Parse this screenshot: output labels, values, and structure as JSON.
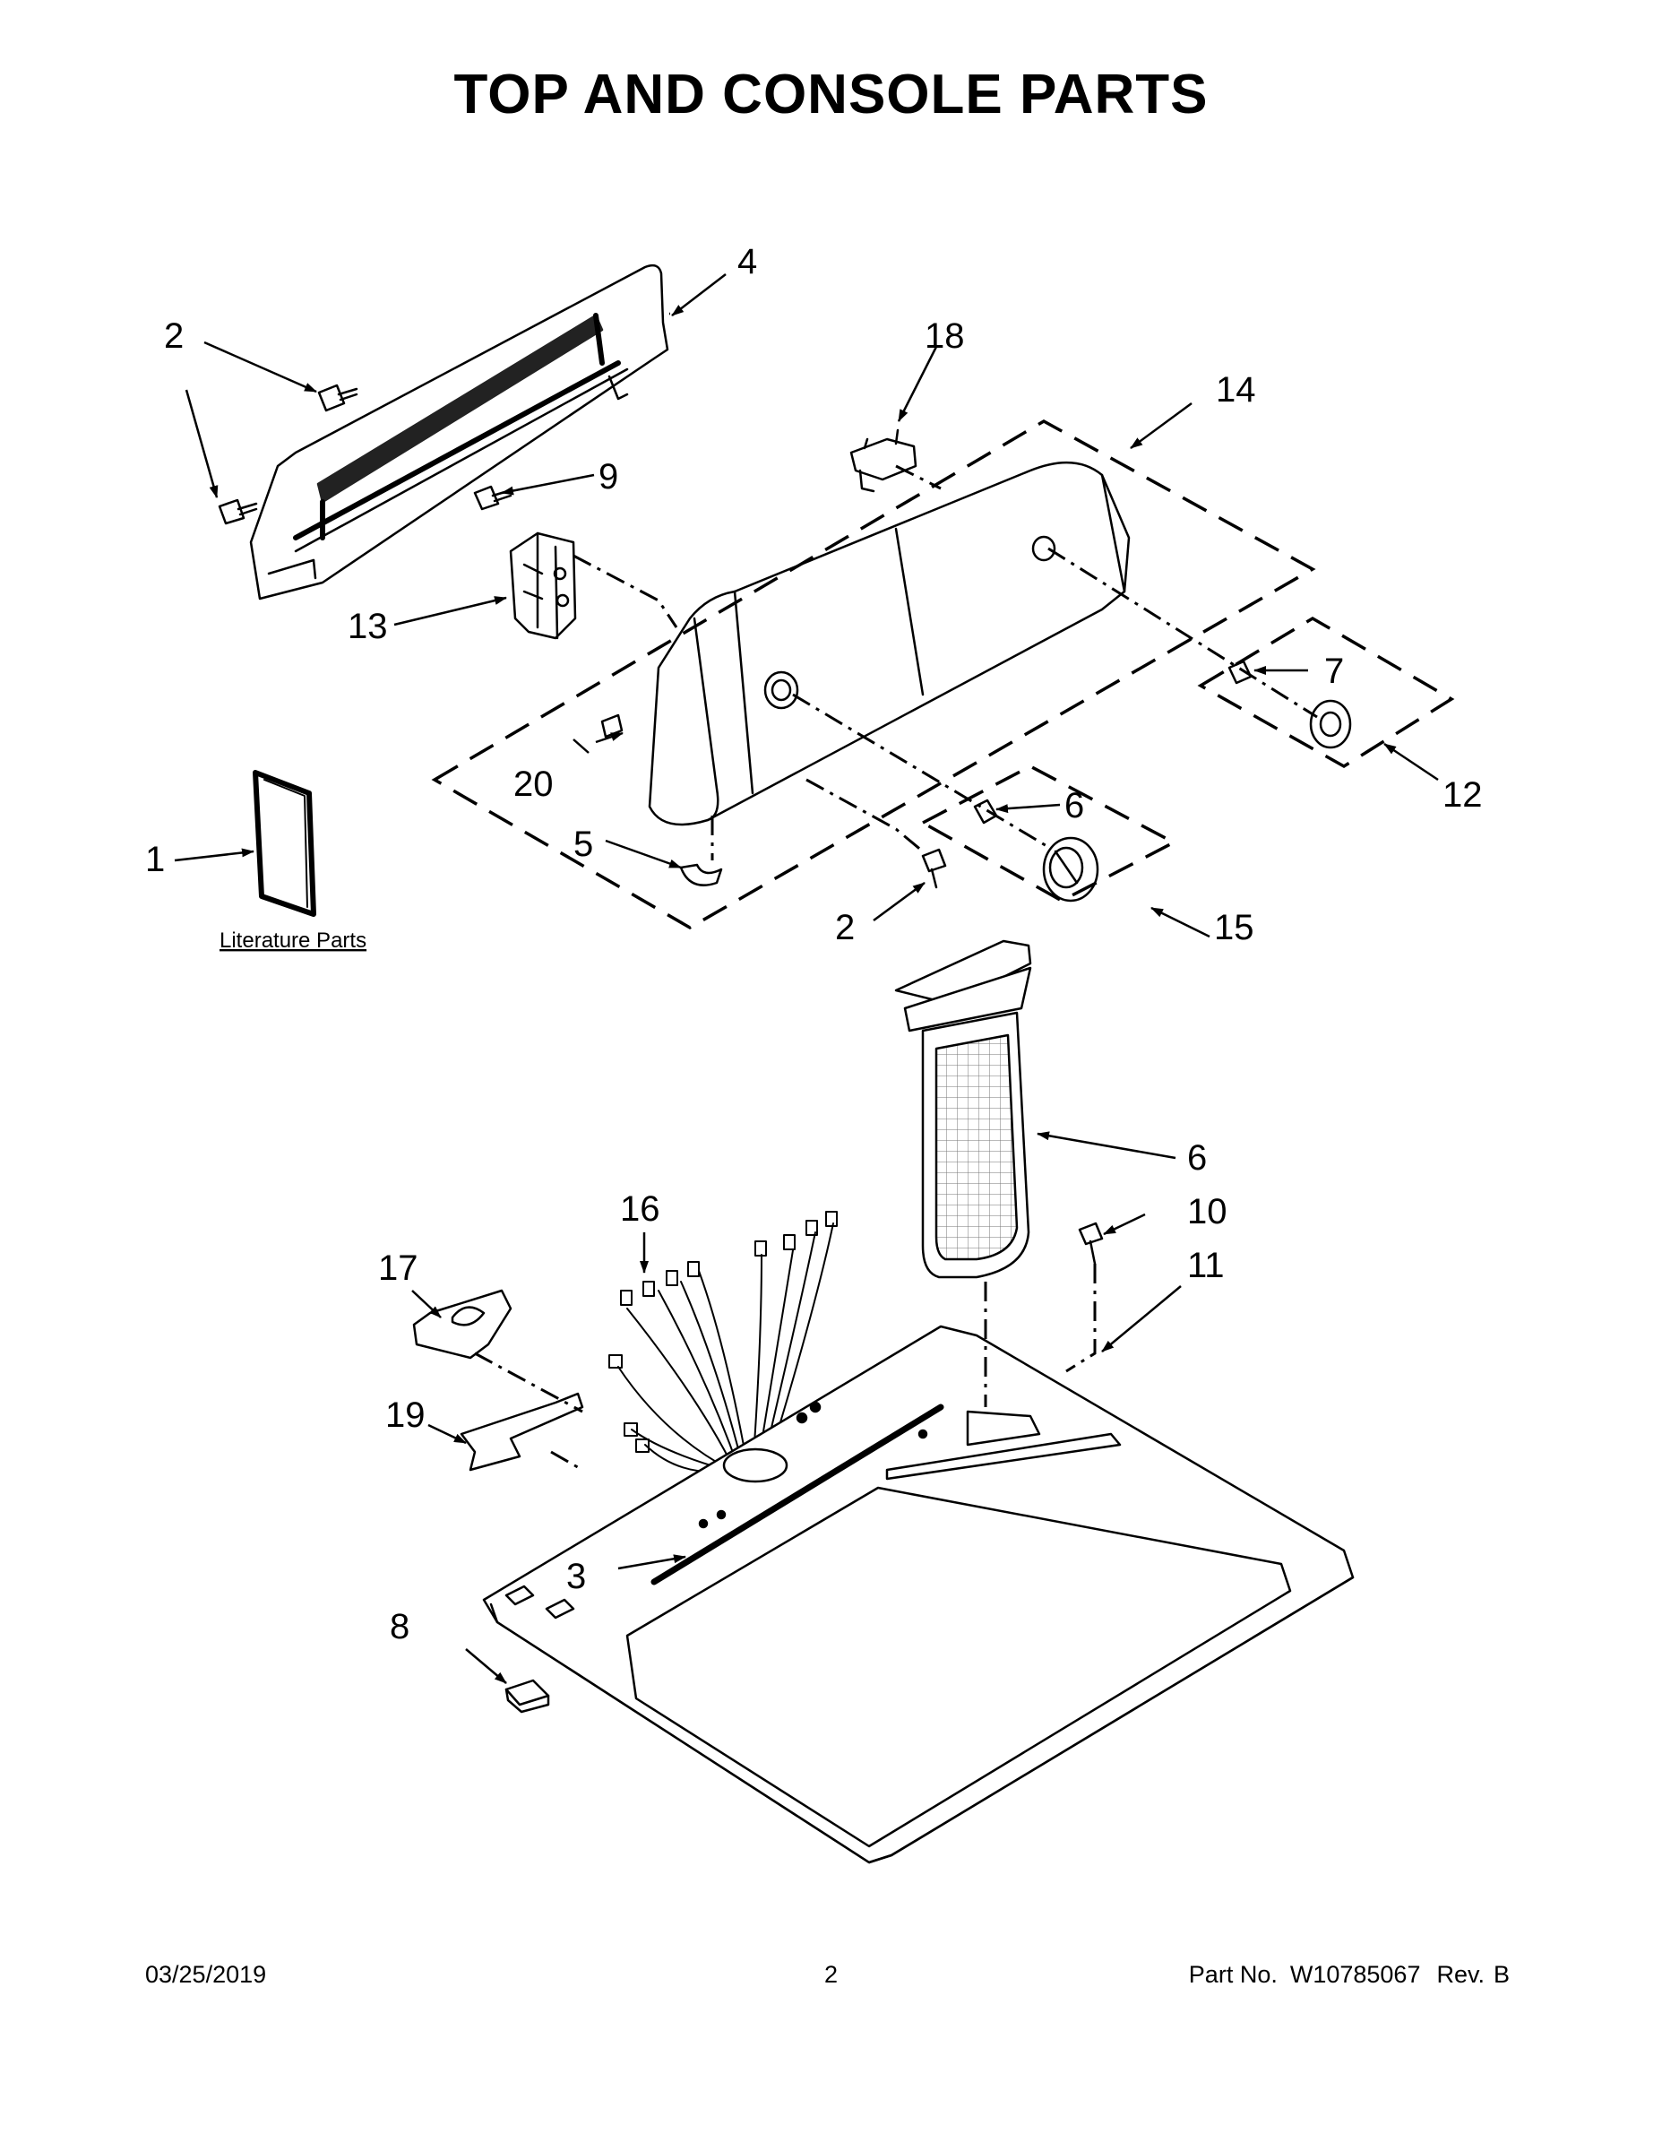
{
  "title": "TOP AND CONSOLE PARTS",
  "literature_label": "Literature Parts",
  "callouts": [
    {
      "id": "c1",
      "text": "1"
    },
    {
      "id": "c2a",
      "text": "2"
    },
    {
      "id": "c2b",
      "text": "2"
    },
    {
      "id": "c3",
      "text": "3"
    },
    {
      "id": "c4",
      "text": "4"
    },
    {
      "id": "c5",
      "text": "5"
    },
    {
      "id": "c6a",
      "text": "6"
    },
    {
      "id": "c6b",
      "text": "6"
    },
    {
      "id": "c7",
      "text": "7"
    },
    {
      "id": "c8",
      "text": "8"
    },
    {
      "id": "c9",
      "text": "9"
    },
    {
      "id": "c10",
      "text": "10"
    },
    {
      "id": "c11",
      "text": "11"
    },
    {
      "id": "c12",
      "text": "12"
    },
    {
      "id": "c13",
      "text": "13"
    },
    {
      "id": "c14",
      "text": "14"
    },
    {
      "id": "c15",
      "text": "15"
    },
    {
      "id": "c16",
      "text": "16"
    },
    {
      "id": "c17",
      "text": "17"
    },
    {
      "id": "c18",
      "text": "18"
    },
    {
      "id": "c19",
      "text": "19"
    },
    {
      "id": "c20",
      "text": "20"
    }
  ],
  "footer": {
    "date": "03/25/2019",
    "page": "2",
    "part_label": "Part No.",
    "part_number": "W10785067",
    "rev_label": "Rev.",
    "rev": "B"
  }
}
